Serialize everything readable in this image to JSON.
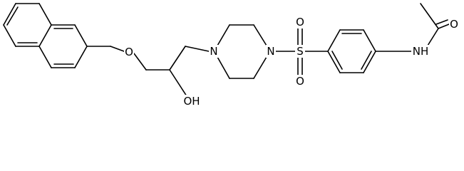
{
  "diagram": {
    "type": "chemical-structure",
    "colors": {
      "bond": "#000000",
      "label": "#000000",
      "background": "#ffffff"
    },
    "atoms": {
      "o_ether": "O",
      "oh": "OH",
      "n_left": "N",
      "n_right": "N",
      "s": "S",
      "o_sulfonyl_top": "O",
      "o_sulfonyl_bottom": "O",
      "nh": "NH",
      "o_carbonyl": "O"
    }
  }
}
